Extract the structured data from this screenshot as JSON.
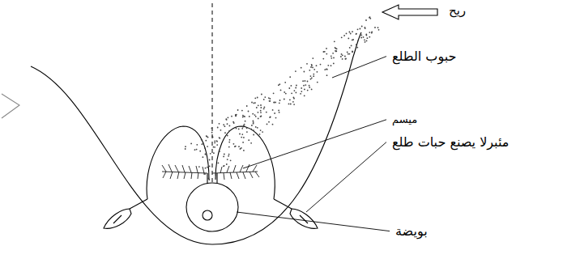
{
  "diagram": {
    "labels": [
      "ريح",
      "حبوب الطلع",
      "ميسم",
      "مئبرلا يصنع حبات طلع",
      "بويضة"
    ]
  }
}
